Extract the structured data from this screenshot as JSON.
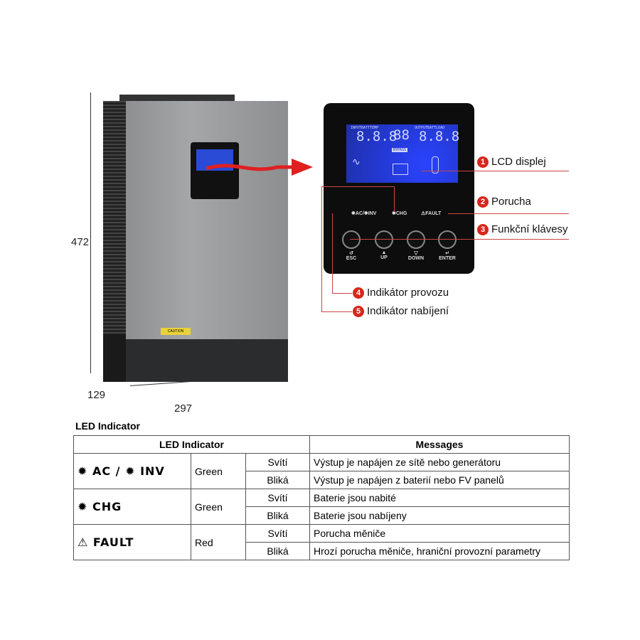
{
  "dimensions": {
    "height": "472",
    "depth": "129",
    "width": "297"
  },
  "device": {
    "caution_label": "CAUTION"
  },
  "panel": {
    "lcd": {
      "left_label": "INPUTBATTTEMP",
      "right_label": "OUTPUTBATTLOAD",
      "left_digits": "8.8.8",
      "mid_digits": "88",
      "right_digits": "8.8.8",
      "bypass": "BYPASS"
    },
    "leds": {
      "ac_inv": "✹AC/✹INV",
      "chg": "✹CHG",
      "fault": "⚠FAULT"
    },
    "buttons": [
      {
        "icon": "↺",
        "label": "ESC"
      },
      {
        "icon": "▲",
        "label": "UP"
      },
      {
        "icon": "▽",
        "label": "DOWN"
      },
      {
        "icon": "↵",
        "label": "ENTER"
      }
    ]
  },
  "callouts": [
    {
      "num": "1",
      "label": "LCD displej"
    },
    {
      "num": "2",
      "label": "Porucha"
    },
    {
      "num": "3",
      "label": "Funkční klávesy"
    },
    {
      "num": "4",
      "label": "Indikátor provozu"
    },
    {
      "num": "5",
      "label": "Indikátor nabíjení"
    }
  ],
  "table": {
    "title": "LED Indicator",
    "headers": [
      "LED Indicator",
      "Messages"
    ],
    "groups": [
      {
        "led": "✹ AC / ✹ INV",
        "color": "Green",
        "rows": [
          {
            "state": "Svítí",
            "message": "Výstup je napájen ze sítě nebo generátoru"
          },
          {
            "state": "Bliká",
            "message": "Výstup je napájen z baterií nebo FV panelů"
          }
        ]
      },
      {
        "led": "✹ CHG",
        "color": "Green",
        "rows": [
          {
            "state": "Svítí",
            "message": "Baterie jsou nabité"
          },
          {
            "state": "Bliká",
            "message": "Baterie jsou nabíjeny"
          }
        ]
      },
      {
        "led": "⚠ FAULT",
        "color": "Red",
        "rows": [
          {
            "state": "Svítí",
            "message": "Porucha měniče"
          },
          {
            "state": "Bliká",
            "message": "Hrozí porucha měniče, hraniční provozní parametry"
          }
        ]
      }
    ]
  }
}
